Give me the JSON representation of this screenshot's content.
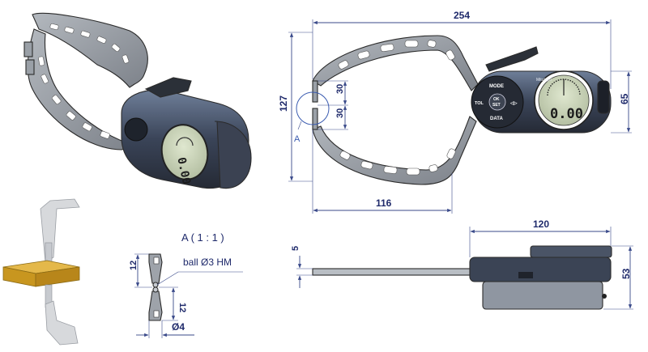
{
  "dimensions": {
    "overall_length": "254",
    "overall_height": "127",
    "upper_jaw": "30",
    "lower_jaw": "30",
    "reach": "116",
    "housing_height": "65",
    "housing_width": "120",
    "arm_thickness": "5",
    "total_depth": "53",
    "tip_upper": "12",
    "tip_lower": "12",
    "tip_width": "Ø4"
  },
  "labels": {
    "detail_marker": "A",
    "detail_title": "A ( 1 : 1 )",
    "ball_note": "ball Ø3 HM"
  },
  "display": {
    "front_reading": "0.00",
    "iso_reading": "0.00",
    "brand": "Mitutoyo"
  },
  "buttons": {
    "mode": "MODE",
    "ok": "OK",
    "set": "SET",
    "tol": "TOL",
    "data": "DATA"
  },
  "colors": {
    "frame": "#8e939a",
    "housing_dark": "#2e3440",
    "housing_blue": "#5a6b86",
    "workpiece": "#d3a32a",
    "dimension": "#1f2a6b",
    "lcd": "#c9d3b8"
  }
}
